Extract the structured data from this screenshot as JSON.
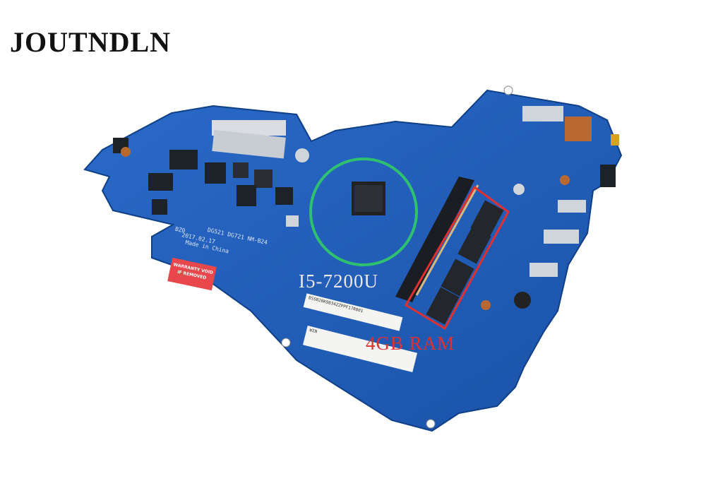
{
  "brand": {
    "name": "JOUTNDLN"
  },
  "annotations": {
    "cpu_label": "I5-7200U",
    "ram_label": "4GB RAM"
  },
  "board_text": {
    "model_line": "2017.02.17",
    "board_line": "DG521 DG721 NM-B24",
    "made_in": "Made in China",
    "left_marking": "BZ0",
    "warranty_line1": "WARRANTY VOID",
    "warranty_line2": "IF REMOVED",
    "sticker_serial": "8SSB20K9834ZZPPF17R001",
    "sticker_ver": "WIN"
  },
  "colors": {
    "pcb": "#1e5cb8",
    "pcb_dark": "#154a9a",
    "chip": "#1e2328",
    "annotation_red": "#e03030",
    "annotation_green": "#2fc070"
  }
}
